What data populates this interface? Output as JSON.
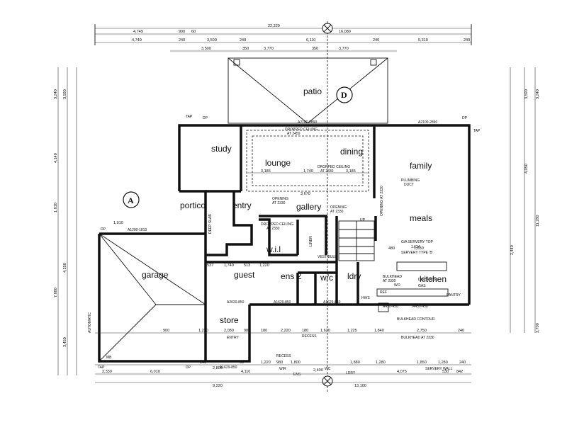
{
  "rooms": {
    "patio": "patio",
    "study": "study",
    "lounge": "lounge",
    "dining": "dining",
    "family": "family",
    "entry": "entry",
    "portico": "portico",
    "gallery": "gallery",
    "meals": "meals",
    "garage": "garage",
    "wil": "w.i.l",
    "guest": "guest",
    "ens2": "ens 2",
    "wc": "w/c",
    "ldry": "ldry",
    "kitchen": "kitchen",
    "store": "store",
    "pantry": "PANTRY"
  },
  "markers": {
    "a": "A",
    "d": "D"
  },
  "notes": {
    "dropped_ceiling_2450": "DROPPED CEILING",
    "at_2450": "AT 2450",
    "dropped_ceiling_2330": "DROPPED CEILING",
    "at_2330": "AT 2330",
    "opening_2330_a": "OPENING",
    "opening_2330_a_at": "AT 2330",
    "opening_2330_b": "OPENING",
    "opening_2330_b_at": "AT 2330",
    "opening_2330_c": "OPENING AT 2330",
    "dropped_ceiling_wil": "DROPPED CEILING",
    "dropped_ceiling_wil_at": "AT 2330",
    "plumbing_duct": "PLUMBING",
    "plumbing_duct2": "DUCT",
    "servery_top": "G/A SERVERY TOP",
    "servery_top_dim": "1.624",
    "servery_type": "SERVERY TYPE 'B'",
    "bulkhead_2330": "BULKHEAD",
    "bulkhead_2330_at": "AT 2330",
    "bulkhead_contour": "BULKHEAD CONTOUR",
    "bulkhead_at_2330": "BULKHEAD AT 2330",
    "servery_wall": "SERVERY WALL",
    "recess_a": "RECESS",
    "recess_b": "RECESS",
    "automatic": "AUTOMATIC",
    "deep_slab": "DEEP SLAB",
    "linen": "LINEN",
    "vestibule": "VESTIBULE",
    "hws": "HWS",
    "ref": "REF",
    "wo": "WO",
    "dw_space": "DW SPACE",
    "gas": "GAS",
    "tap1": "TAP",
    "tap2": "TAP",
    "tap3": "TAP",
    "dp1": "DP",
    "dp2": "DP",
    "dp3": "DP",
    "dp4": "DP",
    "mb": "MB",
    "up": "UP",
    "entry_lbl": "ENTRY",
    "ens_lbl": "ENS",
    "wir_lbl": "WIR",
    "wc_lbl": "WC",
    "ldry_lbl": "LDRY"
  },
  "window_codes": {
    "w1": "A2100-2890",
    "w2": "A2100-2890",
    "w3": "A1200-1810",
    "w4": "A2020-850",
    "w5": "A1629-850",
    "w6": "A1629-850",
    "w7": "A450-450",
    "w8": "A450-450",
    "w9": "A1629-850"
  },
  "dims_top": {
    "overall": "22,320",
    "r2a": "4,749",
    "r2b": "900",
    "r2c": "60",
    "r2d": "16,080",
    "r3a": "4,740",
    "r3b": "240",
    "r3c": "3,500",
    "r3d": "240",
    "r3e": "6,110",
    "r3f": "240",
    "r3g": "5,310",
    "r3h": "240",
    "r4a": "3,500",
    "r4b": "350",
    "r4c": "3,770",
    "r4d": "350",
    "r4e": "3,770"
  },
  "dims_bottom": {
    "r1a": "900",
    "r1b": "1,220",
    "r1c": "2,080",
    "r1d": "980",
    "r1e": "180",
    "r1f": "2,220",
    "r1g": "180",
    "r1h": "1,620",
    "r1i": "1,225",
    "r1j": "1,840",
    "r1k": "2,750",
    "r1l": "240",
    "r2a": "240",
    "r2b": "2,800",
    "r2c": "60",
    "r2d": "1,220",
    "r2e": "980",
    "r2f": "1,800",
    "r2g": "2,400",
    "r2h": "1,880",
    "r2i": "1,280",
    "r2j": "1,850",
    "r2k": "1,280",
    "r2l": "240",
    "r3a": "2,330",
    "r3b": "6,010",
    "r3c": "4,110",
    "r3d": "4,075",
    "r3e": "530",
    "r3f": "842",
    "r4a": "9,220",
    "r4b": "13,100"
  },
  "dims_inner": {
    "lounge_a": "3,185",
    "lounge_b": "1,740",
    "lounge_c": "3,185",
    "gallery_a": "3,670",
    "guest_a": "537",
    "guest_b": "1,740",
    "guest_c": "513",
    "guest_d": "1,220",
    "kitchen_a": "1,830",
    "kitchen_b": "480",
    "garage_top": "1,910"
  },
  "dims_left": {
    "a": "3,240",
    "b": "4,140",
    "c": "1,810",
    "d": "3,590",
    "e": "7,680",
    "f": "4,250",
    "g": "3,450"
  },
  "dims_right": {
    "a": "3,590",
    "b": "3,240",
    "c": "11,280",
    "d": "3,700",
    "e": "4,050",
    "f": "2,440"
  }
}
